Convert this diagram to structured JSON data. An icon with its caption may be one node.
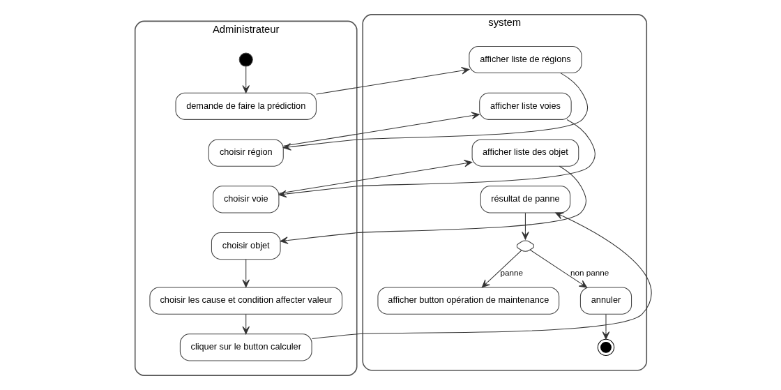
{
  "diagram": {
    "nodes": [
      {
        "text": [
          "Administrateur"
        ]
      },
      {
        "text": [],
        "shape": "circle",
        "in": 0
      },
      {
        "text": [
          "demande de faire la prédiction"
        ],
        "in": 0
      },
      {
        "text": [
          "choisir région"
        ],
        "in": 0
      },
      {
        "text": [
          "choisir voie"
        ],
        "in": 0
      },
      {
        "text": [
          "choisir objet"
        ],
        "in": 0
      },
      {
        "text": [
          "choisir les cause et condition affecter valeur"
        ],
        "in": 0
      },
      {
        "text": [
          "cliquer sur le button calculer"
        ],
        "in": 0
      },
      {
        "text": [
          "system"
        ]
      },
      {
        "text": [
          "afficher liste de régions"
        ],
        "in": 8
      },
      {
        "text": [
          "afficher liste voies"
        ],
        "in": 8
      },
      {
        "text": [
          "afficher liste des objet"
        ],
        "in": 8
      },
      {
        "text": [
          "résultat de panne"
        ],
        "in": 8
      },
      {
        "text": [],
        "shape": "diamond",
        "in": 8
      },
      {
        "text": [
          "afficher button opération de maintenance"
        ],
        "in": 8
      },
      {
        "text": [
          "annuler"
        ],
        "in": 8
      },
      {
        "text": [],
        "shape": "bullseye",
        "in": 8
      }
    ],
    "edges": [
      {
        "from": 1,
        "to": 2,
        "arrow": "to"
      },
      {
        "from": 2,
        "to": 9,
        "arrow": "to"
      },
      {
        "from": 9,
        "to": 3,
        "arrow": "to"
      },
      {
        "from": 3,
        "to": 10,
        "arrow": "to"
      },
      {
        "from": 10,
        "to": 4,
        "arrow": "to"
      },
      {
        "from": 4,
        "to": 11,
        "arrow": "to"
      },
      {
        "from": 11,
        "to": 5,
        "arrow": "to"
      },
      {
        "from": 5,
        "to": 6,
        "arrow": "to"
      },
      {
        "from": 6,
        "to": 7,
        "arrow": "to"
      },
      {
        "from": 7,
        "to": 12,
        "arrow": "to"
      },
      {
        "from": 12,
        "to": 13,
        "arrow": "to"
      },
      {
        "from": 13,
        "to": 14,
        "arrow": "to",
        "label": "panne"
      },
      {
        "from": 13,
        "to": 15,
        "arrow": "to",
        "label": "non panne"
      },
      {
        "from": 15,
        "to": 16,
        "arrow": "to"
      }
    ]
  }
}
